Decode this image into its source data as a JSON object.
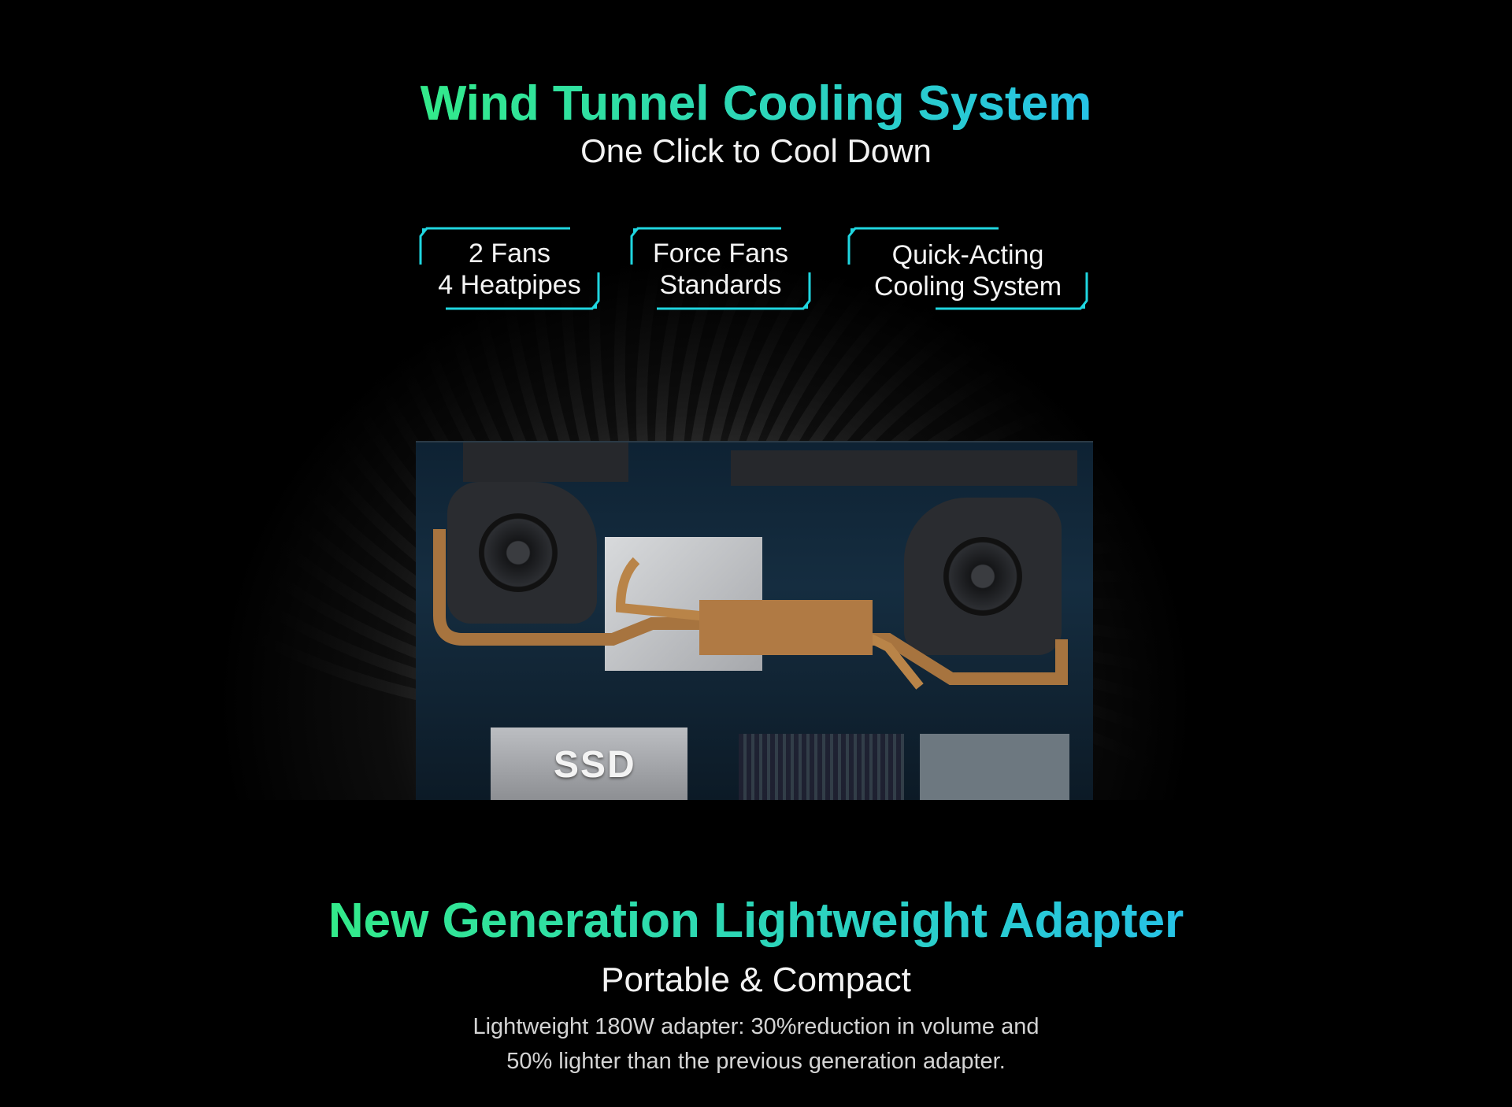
{
  "cooling": {
    "title": "Wind Tunnel Cooling System",
    "subtitle": "One Click to Cool Down",
    "features": [
      {
        "line1": "2 Fans",
        "line2": "4 Heatpipes"
      },
      {
        "line1": "Force Fans",
        "line2": "Standards"
      },
      {
        "line1": "Quick-Acting",
        "line2": "Cooling System"
      }
    ],
    "board_label": "SSD",
    "accent": "#1fd6e0"
  },
  "adapter": {
    "title": "New Generation Lightweight Adapter",
    "subtitle": "Portable & Compact",
    "description_line1": "Lightweight 180W adapter: 30%reduction in volume and",
    "description_line2": "50% lighter than the previous generation adapter."
  },
  "colors": {
    "gradient_start": "#2ee890",
    "gradient_end": "#27b8e8",
    "background": "#000000"
  }
}
